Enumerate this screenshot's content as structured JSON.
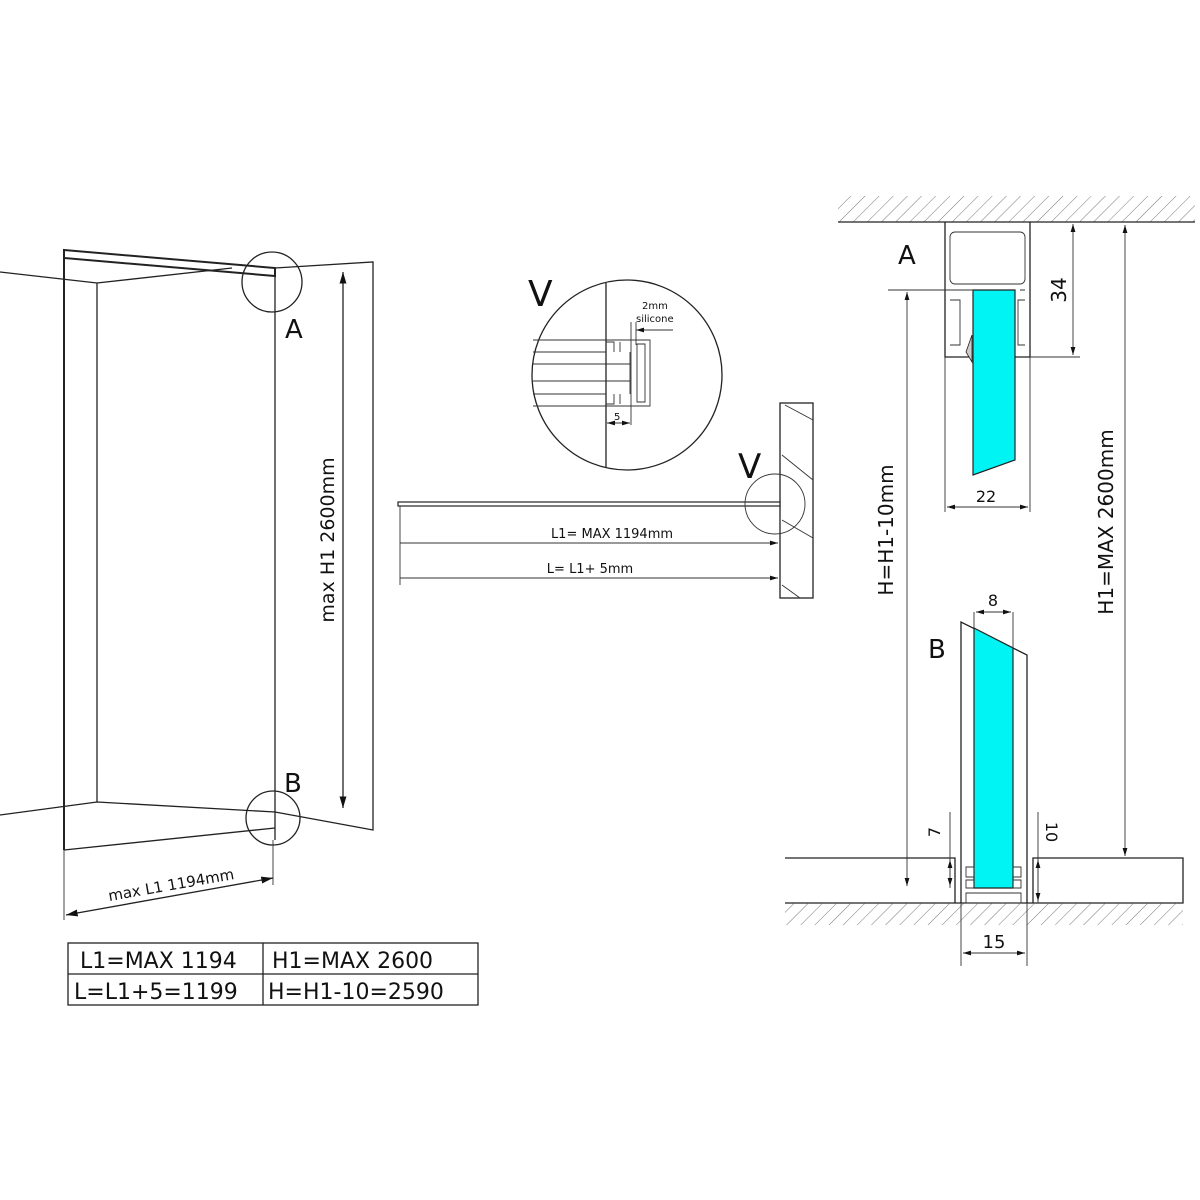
{
  "colors": {
    "glass": "#00f4f4",
    "line": "#222222"
  },
  "perspective_view": {
    "label_a": "A",
    "label_b": "B",
    "height_dim": "max H1 2600mm",
    "width_dim": "max L1 1194mm"
  },
  "table": {
    "rows": [
      [
        "L1=MAX 1194",
        "H1=MAX 2600"
      ],
      [
        "L=L1+5=1199",
        "H=H1-10=2590"
      ]
    ]
  },
  "plan_view": {
    "detail_label": "V",
    "detail_label_small": "V",
    "silicone_line1": "2mm",
    "silicone_line2": "silicone",
    "gap_dim": "5",
    "l1_dim": "L1= MAX 1194mm",
    "l_dim": "L= L1+ 5mm"
  },
  "section_view": {
    "label_a": "A",
    "label_b": "B",
    "dim_34": "34",
    "dim_22": "22",
    "dim_8": "8",
    "dim_15": "15",
    "dim_7": "7",
    "dim_10": "10",
    "h_dim": "H=H1-10mm",
    "h1_dim": "H1=MAX 2600mm"
  }
}
